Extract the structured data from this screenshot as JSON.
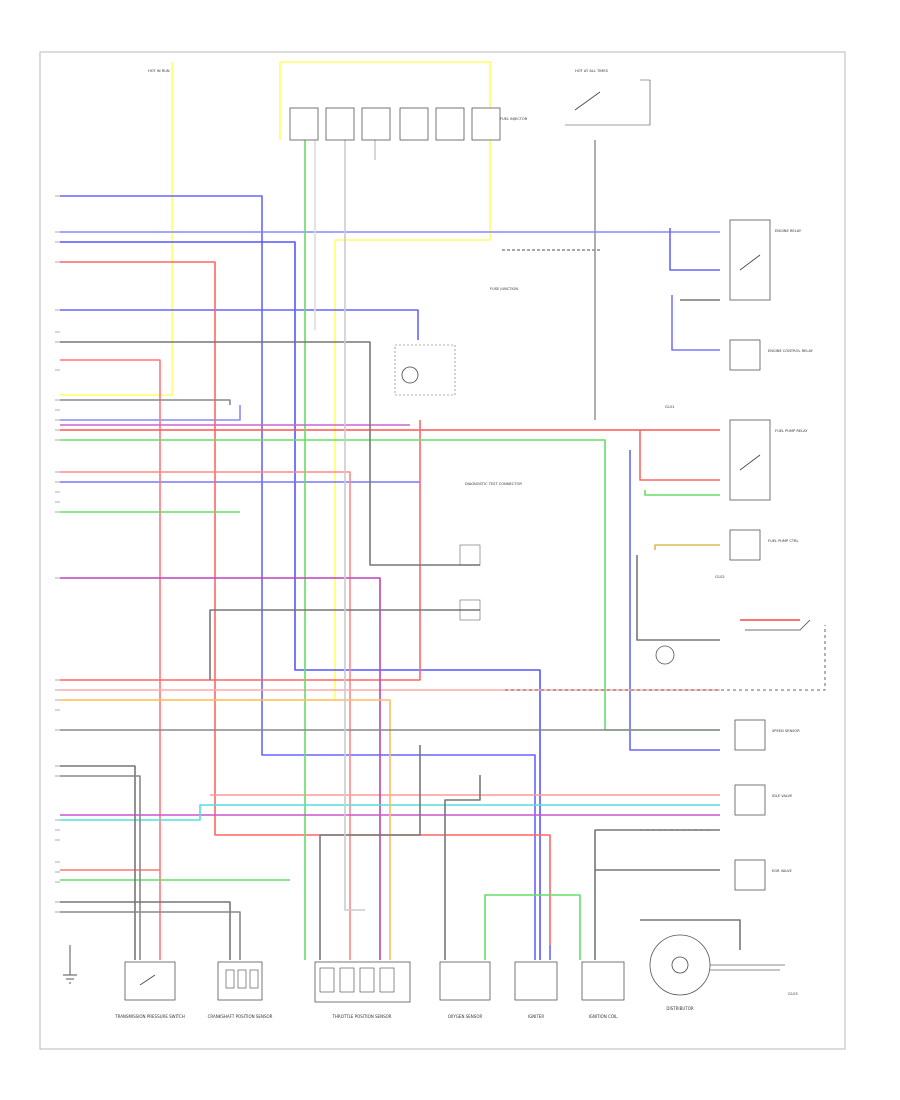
{
  "diagram": {
    "footer_code": "",
    "bottom_components": [
      {
        "id": "trans-pressure-switch",
        "label": "TRANSMISSION PRESSURE SWITCH"
      },
      {
        "id": "crank-sensor",
        "label": "CRANKSHAFT POSITION SENSOR"
      },
      {
        "id": "tps",
        "label": "THROTTLE POSITION SENSOR"
      },
      {
        "id": "o2-sensor",
        "label": "OXYGEN SENSOR"
      },
      {
        "id": "igniter",
        "label": "IGNITER"
      },
      {
        "id": "ignition-coil",
        "label": "IGNITION COIL"
      },
      {
        "id": "distributor",
        "label": "DISTRIBUTOR"
      }
    ],
    "right_components": [
      {
        "id": "engine-relay",
        "label": "ENGINE RELAY"
      },
      {
        "id": "engine-ctrl-relay",
        "label": "ENGINE CONTROL RELAY"
      },
      {
        "id": "fuel-relay",
        "label": "FUEL PUMP RELAY"
      },
      {
        "id": "fuel-pump-relay2",
        "label": "FUEL PUMP CTRL"
      },
      {
        "id": "speed-sensor",
        "label": "SPEED SENSOR"
      },
      {
        "id": "idle-valve",
        "label": "IDLE VALVE"
      },
      {
        "id": "egr-valve",
        "label": "EGR VALVE"
      }
    ],
    "top_labels": {
      "hot_in_run": "HOT IN RUN",
      "hot_at_all_times": "HOT AT ALL TIMES",
      "fuse_junction": "FUSE JUNCTION",
      "diagnostic_connector": "DIAGNOSTIC TEST CONNECTOR",
      "fuel_injector": "FUEL INJECTOR"
    },
    "ground_labels": [
      "G101",
      "G102",
      "G103"
    ]
  }
}
